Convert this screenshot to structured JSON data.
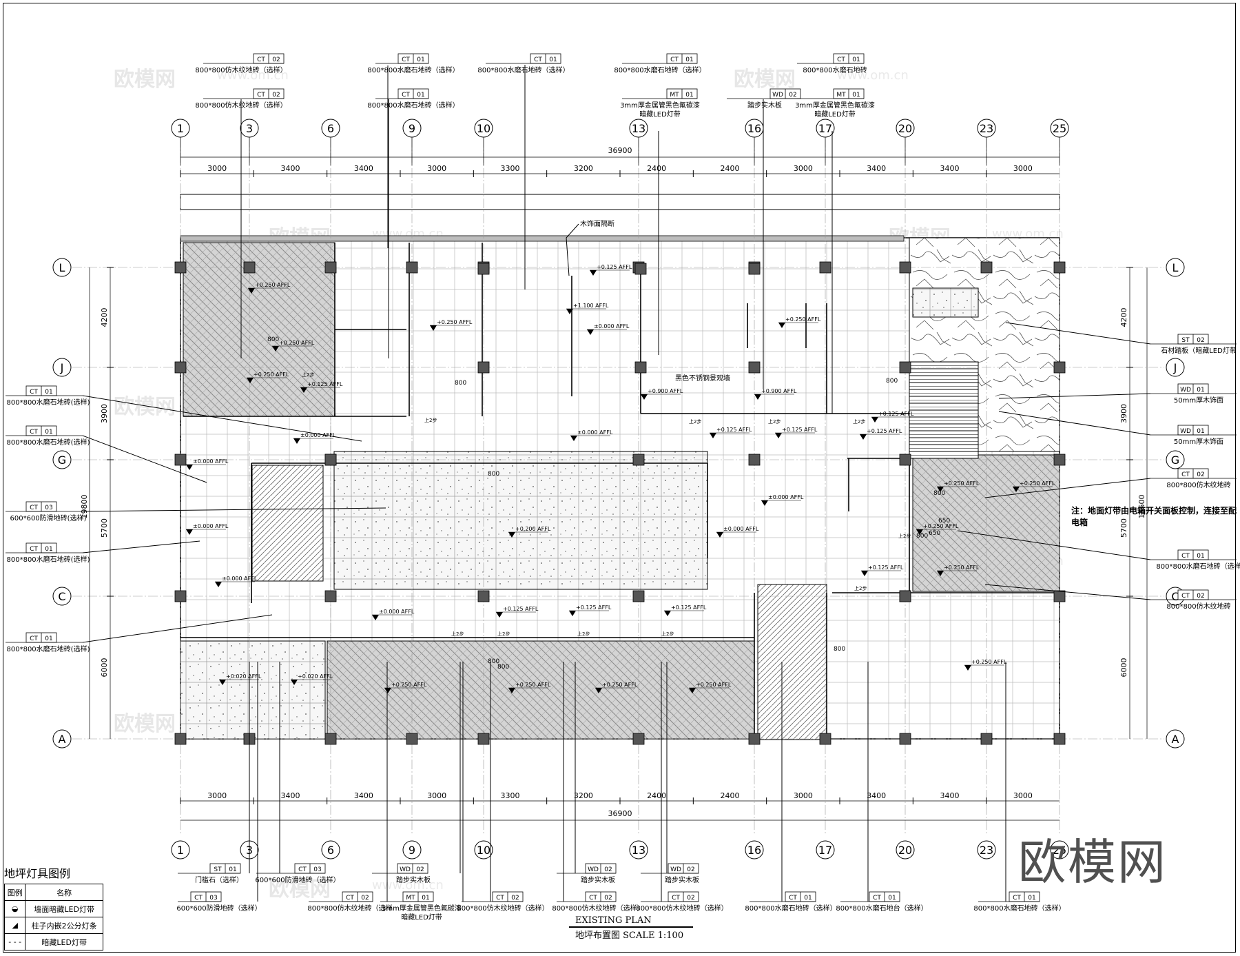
{
  "grid": {
    "columns": [
      "1",
      "3",
      "6",
      "9",
      "10",
      "13",
      "16",
      "17",
      "20",
      "23",
      "25"
    ],
    "bottom_columns": [
      "1",
      "3",
      "6",
      "9",
      "10",
      "13",
      "16",
      "17",
      "20",
      "23",
      "25"
    ],
    "rows": [
      "L",
      "J",
      "G",
      "C",
      "A"
    ],
    "top_total": "36900",
    "bottom_total": "36900",
    "col_spacings": [
      "3000",
      "3400",
      "3400",
      "3000",
      "3300",
      "3200",
      "2400",
      "2400",
      "3000",
      "3400",
      "3400",
      "3000"
    ],
    "bottom_spacings": [
      "3000",
      "3400",
      "3400",
      "3000",
      "3300",
      "3200",
      "2400",
      "2400",
      "3000",
      "3400",
      "3400",
      "3000"
    ],
    "left_row_dims": [
      "4200",
      "3900",
      "5700",
      "6000"
    ],
    "left_total": "19800",
    "right_row_dims": [
      "4200",
      "3900",
      "5700",
      "6000"
    ],
    "right_total": "15600"
  },
  "top_callouts": [
    {
      "tag": "CT",
      "num": "02",
      "text": "800*800仿木纹地砖（选样）"
    },
    {
      "tag": "CT",
      "num": "02",
      "text": "800*800仿木纹地砖（选样）"
    },
    {
      "tag": "CT",
      "num": "01",
      "text": "800*800水磨石地砖（选样）"
    },
    {
      "tag": "CT",
      "num": "01",
      "text": "800*800水磨石地砖（选样）"
    },
    {
      "tag": "CT",
      "num": "01",
      "text": "800*800水磨石地砖（选样）"
    },
    {
      "tag": "CT",
      "num": "01",
      "text": "800*800水磨石地砖（选样）"
    },
    {
      "tag": "MT",
      "num": "01",
      "text": "3mm厚金属管黑色氟碳漆",
      "text2": "暗藏LED灯带"
    },
    {
      "tag": "WD",
      "num": "02",
      "text": "踏步实木板"
    },
    {
      "tag": "CT",
      "num": "01",
      "text": "800*800水磨石地砖"
    },
    {
      "tag": "MT",
      "num": "01",
      "text": "3mm厚金属管黑色氟碳漆",
      "text2": "暗藏LED灯带"
    }
  ],
  "left_callouts": [
    {
      "tag": "CT",
      "num": "01",
      "text": "800*800水磨石地砖(选样)"
    },
    {
      "tag": "CT",
      "num": "01",
      "text": "800*800水磨石地砖(选样)"
    },
    {
      "tag": "CT",
      "num": "03",
      "text": "600*600防滑地砖(选样)"
    },
    {
      "tag": "CT",
      "num": "01",
      "text": "800*800水磨石地砖(选样)"
    },
    {
      "tag": "CT",
      "num": "01",
      "text": "800*800水磨石地砖(选样)"
    }
  ],
  "right_callouts": [
    {
      "tag": "ST",
      "num": "02",
      "text": "石材踏板（暗藏LED灯带"
    },
    {
      "tag": "WD",
      "num": "01",
      "text": "50mm厚木饰面"
    },
    {
      "tag": "WD",
      "num": "01",
      "text": "50mm厚木饰面"
    },
    {
      "tag": "CT",
      "num": "02",
      "text": "800*800仿木纹地砖"
    },
    {
      "tag": "CT",
      "num": "01",
      "text": "800*800水磨石地砖（选样"
    },
    {
      "tag": "CT",
      "num": "02",
      "text": "800*800仿木纹地砖"
    }
  ],
  "bottom_callouts": [
    {
      "tag": "ST",
      "num": "01",
      "text": "门槛石（选样）"
    },
    {
      "tag": "CT",
      "num": "03",
      "text": "600*600防滑地砖（选样）"
    },
    {
      "tag": "CT",
      "num": "03",
      "text": "600*600防滑地砖（选样）"
    },
    {
      "tag": "CT",
      "num": "02",
      "text": "800*800仿木纹地砖（选样"
    },
    {
      "tag": "MT",
      "num": "01",
      "text": "3mm厚金属管黑色氟碳漆",
      "text2": "暗藏LED灯带"
    },
    {
      "tag": "WD",
      "num": "02",
      "text": "踏步实木板"
    },
    {
      "tag": "CT",
      "num": "02",
      "text": "800*800仿木纹地砖（选样）"
    },
    {
      "tag": "WD",
      "num": "02",
      "text": "踏步实木板"
    },
    {
      "tag": "CT",
      "num": "02",
      "text": "800*800仿木纹地砖（选样）"
    },
    {
      "tag": "WD",
      "num": "02",
      "text": "踏步实木板"
    },
    {
      "tag": "CT",
      "num": "02",
      "text": "800*800仿木纹地砖（选样）"
    },
    {
      "tag": "CT",
      "num": "01",
      "text": "800*800水磨石地砖（选样）"
    },
    {
      "tag": "CT",
      "num": "01",
      "text": "800*800水磨石地台（选样）"
    },
    {
      "tag": "CT",
      "num": "01",
      "text": "800*800水磨石地砖（选样）"
    }
  ],
  "level_marks": [
    "+0.250 AFFL",
    "+0.250 AFFL",
    "+0.250 AFFL",
    "+0.125 AFFL",
    "+0.250 AFFL",
    "±0.000 AFFL",
    "+0.125 AFFL",
    "+1.100 AFFL",
    "±0.000 AFFL",
    "+0.250 AFFL",
    "+0.900 AFFL",
    "+0.900 AFFL",
    "±0.000 AFFL",
    "±0.000 AFFL",
    "+0.125 AFFL",
    "+0.125 AFFL",
    "±0.000 AFFL",
    "±0.000 AFFL",
    "±0.000 AFFL",
    "+0.200 AFFL",
    "±0.000 AFFL",
    "±0.000 AFFL",
    "+0.125 AFFL",
    "+0.125 AFFL",
    "+0.125 AFFL",
    "+0.250 AFFL",
    "+0.250 AFFL",
    "+0.250 AFFL",
    "+0.250 AFFL",
    "+0.250 AFFL",
    "+0.250 AFFL",
    "+0.250 AFFL",
    "+0.250 AFFL",
    "+0.125 AFFL",
    "+0.250 AFFL",
    "+0.020 AFFL",
    "+0.020 AFFL",
    "+0.125 AFFL",
    "+0.125 AFFL"
  ],
  "labels": {
    "wood_partition": "木饰面隔断",
    "steel_rail": "黑色不锈钢景观墙",
    "dims800": "800",
    "dims650": "650",
    "step": "上2步"
  },
  "note": "注：地面灯带由电箱开关面板控制，连接至配电箱",
  "title": "EXISTING PLAN",
  "subtitle": "地坪布置图   SCALE 1:100",
  "legend": {
    "title": "地坪灯具图例",
    "col1": "图例",
    "col2": "名称",
    "rows": [
      {
        "symbol": "◒",
        "name": "墙面暗藏LED灯带"
      },
      {
        "symbol": "◢",
        "name": "柱子内嵌2公分灯条"
      },
      {
        "symbol": "- - -",
        "name": "暗藏LED灯带"
      }
    ]
  },
  "watermark": {
    "brand": "欧模网",
    "url": "www.om.cn"
  }
}
